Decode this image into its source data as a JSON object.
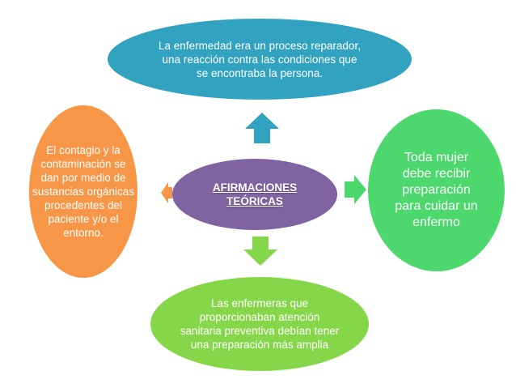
{
  "center": {
    "label": "AFIRMACIONES TEÓRICAS",
    "color": "#8064a2"
  },
  "nodes": {
    "top": {
      "text": "La enfermedad era un proceso reparador, una reacción contra las condiciones que se encontraba la persona.",
      "color": "#31a3c0"
    },
    "right": {
      "text": "Toda mujer debe recibir preparación para cuidar un enfermo",
      "color": "#4cd86c"
    },
    "bottom": {
      "text": "Las enfermeras que proporcionaban atención sanitaria preventiva debían tener una preparación más amplia",
      "color": "#86d64a"
    },
    "left": {
      "text": "El contagio y la contaminación se dan por medio de sustancias orgánicas procedentes del paciente y/o el entorno.",
      "color": "#f79646"
    }
  },
  "arrows": {
    "up": "#31a3c0",
    "right": "#4cd86c",
    "down": "#86d64a",
    "left": "#f79646"
  }
}
